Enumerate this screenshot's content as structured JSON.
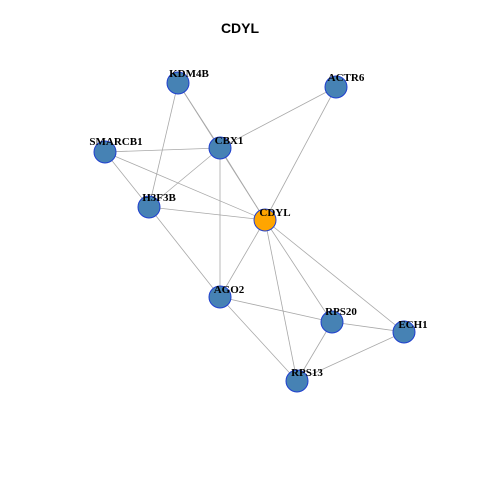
{
  "title": "CDYL",
  "colors": {
    "node_default": "#4682b4",
    "node_focus": "#ffa500",
    "node_border": "#1f3fcf",
    "edge": "#a8a8a8"
  },
  "nodes": [
    {
      "id": "KDM4B",
      "label": "KDM4B",
      "focus": false
    },
    {
      "id": "ACTR6",
      "label": "ACTR6",
      "focus": false
    },
    {
      "id": "SMARCB1",
      "label": "SMARCB1",
      "focus": false
    },
    {
      "id": "CBX1",
      "label": "CBX1",
      "focus": false
    },
    {
      "id": "H3F3B",
      "label": "H3F3B",
      "focus": false
    },
    {
      "id": "CDYL",
      "label": "CDYL",
      "focus": true
    },
    {
      "id": "AGO2",
      "label": "AGO2",
      "focus": false
    },
    {
      "id": "RPS20",
      "label": "RPS20",
      "focus": false
    },
    {
      "id": "ECH1",
      "label": "ECH1",
      "focus": false
    },
    {
      "id": "RPS13",
      "label": "RPS13",
      "focus": false
    }
  ],
  "edges": [
    [
      "KDM4B",
      "CBX1"
    ],
    [
      "KDM4B",
      "H3F3B"
    ],
    [
      "KDM4B",
      "CDYL"
    ],
    [
      "ACTR6",
      "CBX1"
    ],
    [
      "ACTR6",
      "CDYL"
    ],
    [
      "SMARCB1",
      "CBX1"
    ],
    [
      "SMARCB1",
      "H3F3B"
    ],
    [
      "SMARCB1",
      "CDYL"
    ],
    [
      "CBX1",
      "H3F3B"
    ],
    [
      "CBX1",
      "CDYL"
    ],
    [
      "CBX1",
      "AGO2"
    ],
    [
      "H3F3B",
      "CDYL"
    ],
    [
      "H3F3B",
      "AGO2"
    ],
    [
      "CDYL",
      "AGO2"
    ],
    [
      "CDYL",
      "RPS20"
    ],
    [
      "CDYL",
      "ECH1"
    ],
    [
      "CDYL",
      "RPS13"
    ],
    [
      "AGO2",
      "RPS20"
    ],
    [
      "AGO2",
      "RPS13"
    ],
    [
      "RPS20",
      "ECH1"
    ],
    [
      "RPS20",
      "RPS13"
    ],
    [
      "ECH1",
      "RPS13"
    ]
  ]
}
